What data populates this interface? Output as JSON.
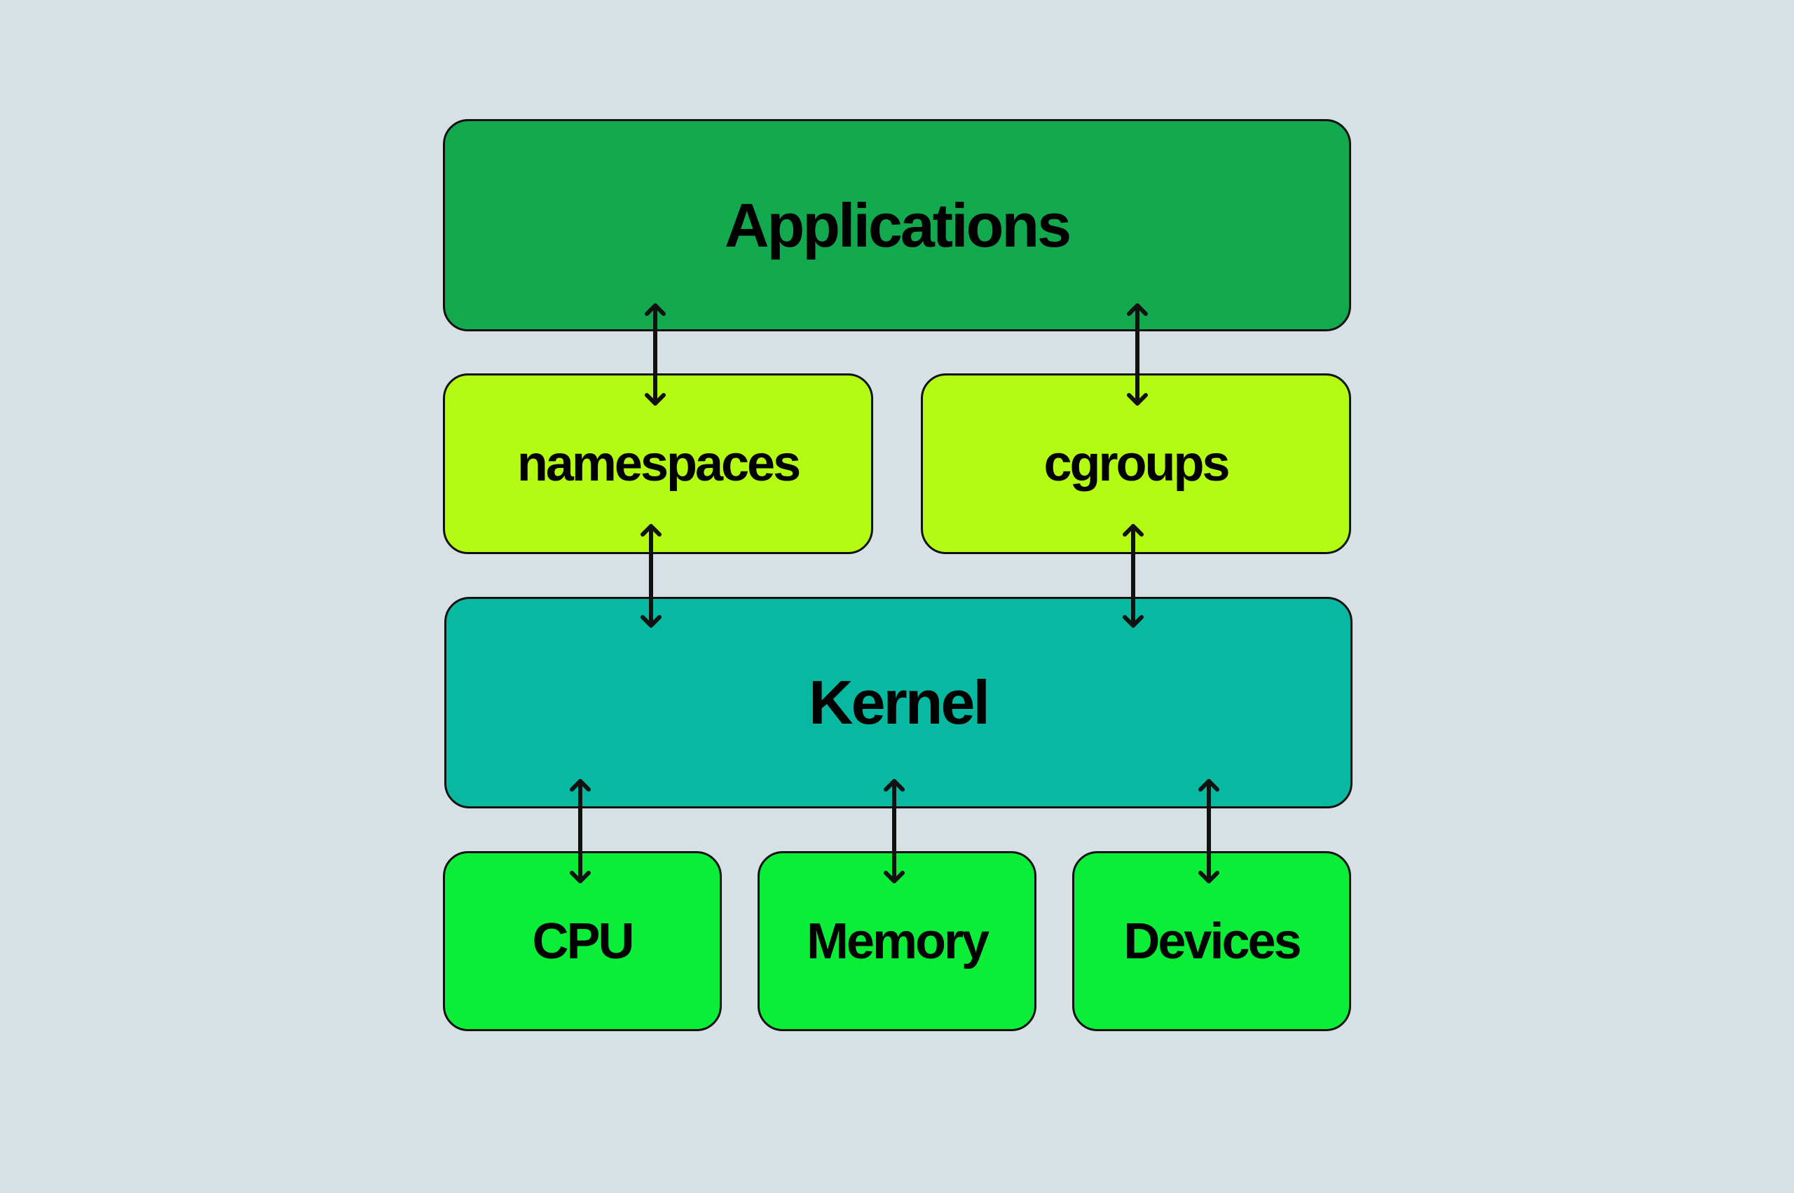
{
  "diagram": {
    "background": "#d7e1e5",
    "nodes": {
      "applications": {
        "label": "Applications",
        "color": "#13a94f"
      },
      "namespaces": {
        "label": "namespaces",
        "color": "#b3fb12"
      },
      "cgroups": {
        "label": "cgroups",
        "color": "#b3fb12"
      },
      "kernel": {
        "label": "Kernel",
        "color": "#06b9a0"
      },
      "cpu": {
        "label": "CPU",
        "color": "#0aee38"
      },
      "memory": {
        "label": "Memory",
        "color": "#0aee38"
      },
      "devices": {
        "label": "Devices",
        "color": "#0aee38"
      }
    },
    "edges": [
      {
        "from": "applications",
        "to": "namespaces",
        "direction": "bidirectional"
      },
      {
        "from": "applications",
        "to": "cgroups",
        "direction": "bidirectional"
      },
      {
        "from": "namespaces",
        "to": "kernel",
        "direction": "bidirectional"
      },
      {
        "from": "cgroups",
        "to": "kernel",
        "direction": "bidirectional"
      },
      {
        "from": "kernel",
        "to": "cpu",
        "direction": "bidirectional"
      },
      {
        "from": "kernel",
        "to": "memory",
        "direction": "bidirectional"
      },
      {
        "from": "kernel",
        "to": "devices",
        "direction": "bidirectional"
      }
    ]
  }
}
